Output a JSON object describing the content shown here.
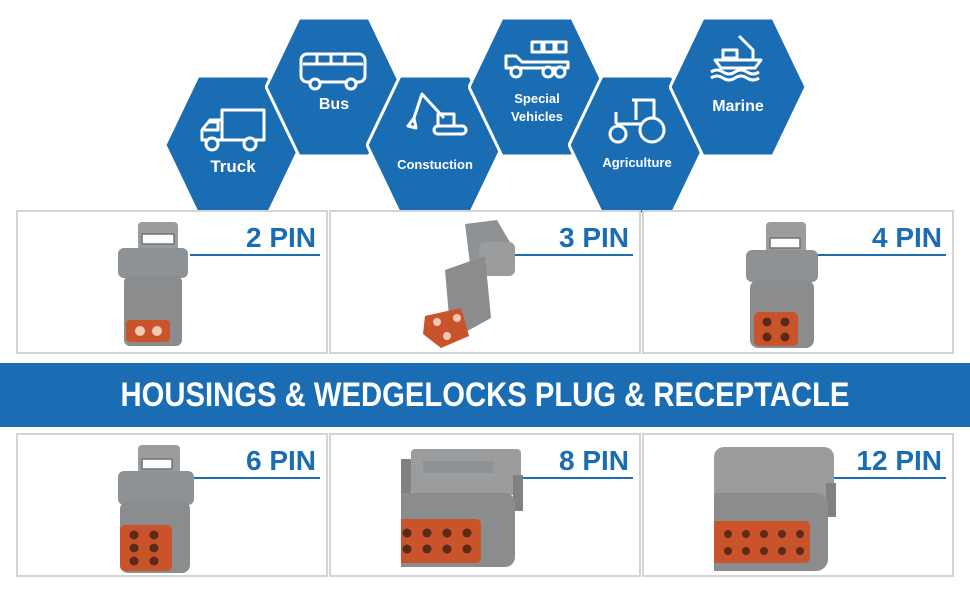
{
  "applications": [
    {
      "name": "Truck",
      "icon": "truck-icon"
    },
    {
      "name": "Bus",
      "icon": "bus-icon"
    },
    {
      "name": "Constuction",
      "icon": "excavator-icon"
    },
    {
      "name": "Special Vehicles",
      "line1": "Special",
      "line2": "Vehicles",
      "icon": "special-vehicle-icon"
    },
    {
      "name": "Agriculture",
      "icon": "tractor-icon"
    },
    {
      "name": "Marine",
      "icon": "ship-icon"
    }
  ],
  "banner": {
    "title": "HOUSINGS & WEDGELOCKS PLUG & RECEPTACLE"
  },
  "products": [
    {
      "label": "2 PIN"
    },
    {
      "label": "3 PIN"
    },
    {
      "label": "4 PIN"
    },
    {
      "label": "6 PIN"
    },
    {
      "label": "8 PIN"
    },
    {
      "label": "12 PIN"
    }
  ],
  "colors": {
    "hex_blue": "#1b6db3",
    "banner_blue": "#1b6db3",
    "label_blue": "#1b6db3",
    "housing_gray": "#8f9294",
    "pin_orange": "#c9532a",
    "border_gray": "#d4d4d4"
  }
}
